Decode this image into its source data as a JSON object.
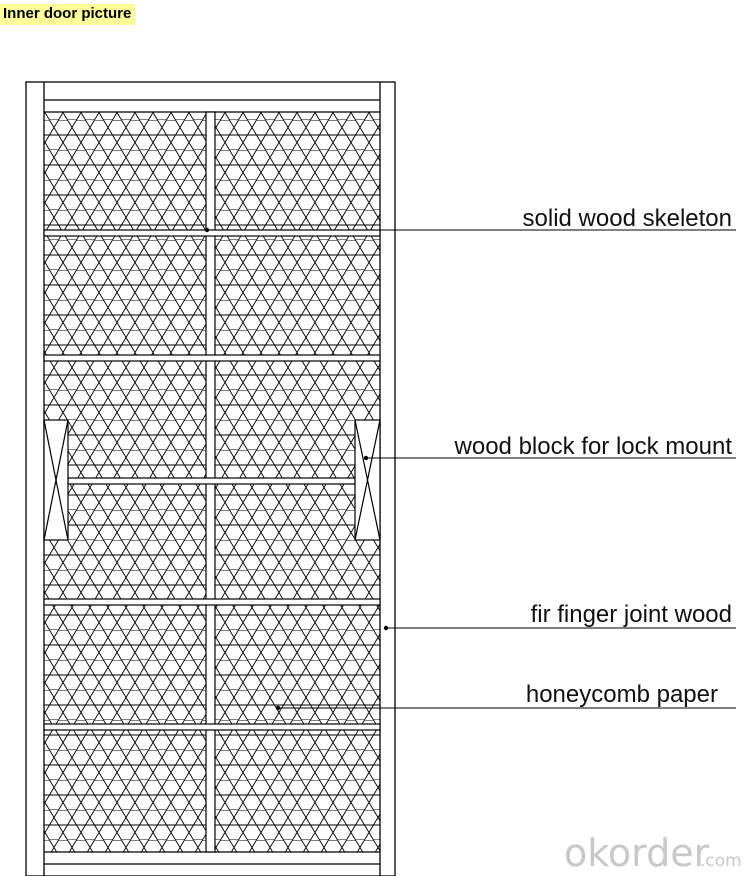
{
  "page": {
    "title": "Inner door picture"
  },
  "diagram": {
    "labels": [
      "solid wood skeleton",
      "wood block for lock mount",
      "fir finger joint wood",
      "honeycomb paper"
    ]
  },
  "watermark": {
    "main": "okorder",
    "tld": ".com"
  },
  "colors": {
    "title_highlight": "#ffff99",
    "line": "#000000",
    "watermark": "#c8c8c8"
  }
}
